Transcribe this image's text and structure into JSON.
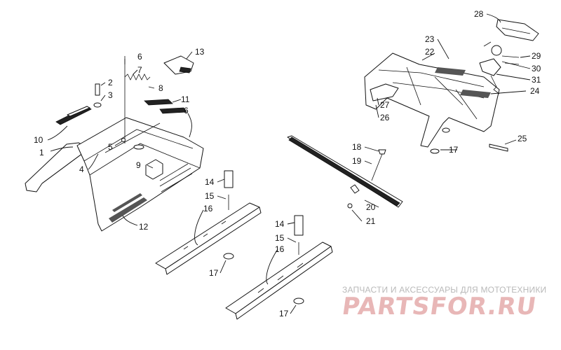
{
  "callouts": [
    {
      "id": "c1",
      "label": "1"
    },
    {
      "id": "c2",
      "label": "2"
    },
    {
      "id": "c3",
      "label": "3"
    },
    {
      "id": "c4",
      "label": "4"
    },
    {
      "id": "c5",
      "label": "5"
    },
    {
      "id": "c6a",
      "label": "6"
    },
    {
      "id": "c6b",
      "label": "6"
    },
    {
      "id": "c7",
      "label": "7"
    },
    {
      "id": "c8",
      "label": "8"
    },
    {
      "id": "c9",
      "label": "9"
    },
    {
      "id": "c10",
      "label": "10"
    },
    {
      "id": "c11",
      "label": "11"
    },
    {
      "id": "c12",
      "label": "12"
    },
    {
      "id": "c13",
      "label": "13"
    },
    {
      "id": "c14a",
      "label": "14"
    },
    {
      "id": "c14b",
      "label": "14"
    },
    {
      "id": "c15a",
      "label": "15"
    },
    {
      "id": "c15b",
      "label": "15"
    },
    {
      "id": "c16a",
      "label": "16"
    },
    {
      "id": "c16b",
      "label": "16"
    },
    {
      "id": "c17a",
      "label": "17"
    },
    {
      "id": "c17b",
      "label": "17"
    },
    {
      "id": "c17c",
      "label": "17"
    },
    {
      "id": "c18",
      "label": "18"
    },
    {
      "id": "c19",
      "label": "19"
    },
    {
      "id": "c20",
      "label": "20"
    },
    {
      "id": "c21",
      "label": "21"
    },
    {
      "id": "c22",
      "label": "22"
    },
    {
      "id": "c23",
      "label": "23"
    },
    {
      "id": "c24",
      "label": "24"
    },
    {
      "id": "c25",
      "label": "25"
    },
    {
      "id": "c26",
      "label": "26"
    },
    {
      "id": "c27",
      "label": "27"
    },
    {
      "id": "c28",
      "label": "28"
    },
    {
      "id": "c29",
      "label": "29"
    },
    {
      "id": "c30",
      "label": "30"
    },
    {
      "id": "c31",
      "label": "31"
    }
  ],
  "watermark": {
    "tagline": "ЗАПЧАСТИ И АКСЕССУАРЫ ДЛЯ МОТОТЕХНИКИ",
    "logo": "PARTSFOR.RU"
  }
}
